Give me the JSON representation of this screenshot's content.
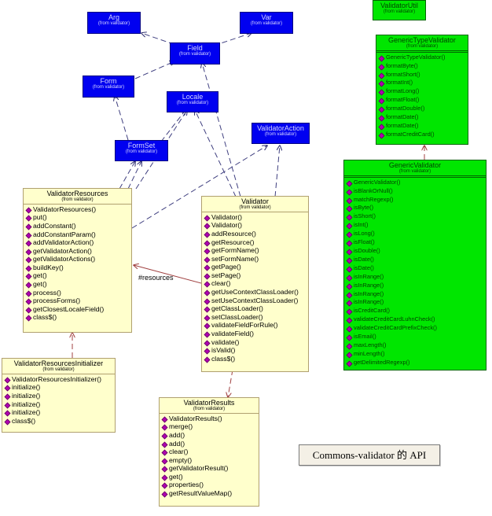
{
  "diagram": {
    "note": "Commons-validator 的 API",
    "association_label": "#resources",
    "classes": {
      "arg": {
        "name": "Arg",
        "from": "(from validator)"
      },
      "var": {
        "name": "Var",
        "from": "(from validator)"
      },
      "field": {
        "name": "Field",
        "from": "(from validator)"
      },
      "form": {
        "name": "Form",
        "from": "(from validator)"
      },
      "locale": {
        "name": "Locale",
        "from": "(from validator)"
      },
      "formset": {
        "name": "FormSet",
        "from": "(from validator)"
      },
      "validator_action": {
        "name": "ValidatorAction",
        "from": "(from validator)"
      },
      "validator_util": {
        "name": "ValidatorUtil",
        "from": "(from validator)"
      },
      "generic_type_validator": {
        "name": "GenericTypeValidator",
        "from": "(from validator)",
        "operations": [
          "GenericTypeValidator()",
          "formatByte()",
          "formatShort()",
          "formatInt()",
          "formatLong()",
          "formatFloat()",
          "formatDouble()",
          "formatDate()",
          "formatDate()",
          "formatCreditCard()"
        ]
      },
      "generic_validator": {
        "name": "GenericValidator",
        "from": "(from validator)",
        "operations": [
          "GenericValidator()",
          "isBlankOrNull()",
          "matchRegexp()",
          "isByte()",
          "isShort()",
          "isInt()",
          "isLong()",
          "isFloat()",
          "isDouble()",
          "isDate()",
          "isDate()",
          "isInRange()",
          "isInRange()",
          "isInRange()",
          "isInRange()",
          "isCreditCard()",
          "validateCreditCardLuhnCheck()",
          "validateCreditCardPrefixCheck()",
          "isEmail()",
          "maxLength()",
          "minLength()",
          "getDelimitedRegexp()"
        ]
      },
      "validator_resources": {
        "name": "ValidatorResources",
        "from": "(from validator)",
        "operations": [
          "ValidatorResources()",
          "put()",
          "addConstant()",
          "addConstantParam()",
          "addValidatorAction()",
          "getValidatorAction()",
          "getValidatorActions()",
          "buildKey()",
          "get()",
          "get()",
          "process()",
          "processForms()",
          "getClosestLocaleField()",
          "class$()"
        ]
      },
      "validator": {
        "name": "Validator",
        "from": "(from validator)",
        "operations": [
          "Validator()",
          "Validator()",
          "addResource()",
          "getResource()",
          "getFormName()",
          "setFormName()",
          "getPage()",
          "setPage()",
          "clear()",
          "getUseContextClassLoader()",
          "setUseContextClassLoader()",
          "getClassLoader()",
          "setClassLoader()",
          "validateFieldForRule()",
          "validateField()",
          "validate()",
          "isValid()",
          "class$()"
        ]
      },
      "validator_resources_initializer": {
        "name": "ValidatorResourcesInitializer",
        "from": "(from validator)",
        "operations": [
          "ValidatorResourcesInitializer()",
          "initialize()",
          "initialize()",
          "initialize()",
          "initialize()",
          "class$()"
        ]
      },
      "validator_results": {
        "name": "ValidatorResults",
        "from": "(from validator)",
        "operations": [
          "ValidatorResults()",
          "merge()",
          "add()",
          "add()",
          "clear()",
          "empty()",
          "getValidatorResult()",
          "get()",
          "properties()",
          "getResultValueMap()"
        ]
      }
    },
    "colors": {
      "blue_class": "#0000f0",
      "green_class": "#00e600",
      "cream_class": "#ffffcc",
      "link": "#404080"
    }
  }
}
